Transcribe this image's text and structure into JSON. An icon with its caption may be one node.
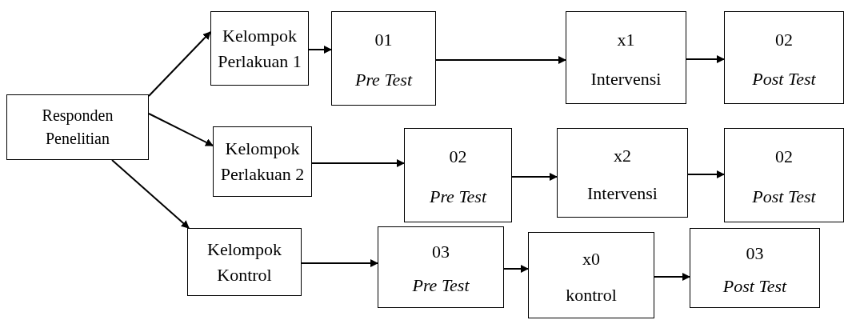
{
  "diagram": {
    "nodes": [
      {
        "text": [
          "Responden Penelitian"
        ]
      },
      {
        "text": [
          "Kelompok Perlakuan 1"
        ]
      },
      {
        "text": [
          "01",
          "Pre Test"
        ]
      },
      {
        "text": [
          "x1",
          "Intervensi"
        ]
      },
      {
        "text": [
          "02",
          "Post Test"
        ]
      },
      {
        "text": [
          "Kelompok Perlakuan 2"
        ]
      },
      {
        "text": [
          "02",
          "Pre Test"
        ]
      },
      {
        "text": [
          "x2",
          "Intervensi"
        ]
      },
      {
        "text": [
          "02",
          "Post Test"
        ]
      },
      {
        "text": [
          "Kelompok Kontrol"
        ]
      },
      {
        "text": [
          "03",
          "Pre Test"
        ]
      },
      {
        "text": [
          "x0",
          "kontrol"
        ]
      },
      {
        "text": [
          "03",
          "Post Test"
        ]
      }
    ],
    "edges": [
      {
        "from": 0,
        "to": 1,
        "arrow": "to"
      },
      {
        "from": 0,
        "to": 5,
        "arrow": "to"
      },
      {
        "from": 0,
        "to": 9,
        "arrow": "to"
      },
      {
        "from": 1,
        "to": 2,
        "arrow": "to"
      },
      {
        "from": 2,
        "to": 3,
        "arrow": "to"
      },
      {
        "from": 3,
        "to": 4,
        "arrow": "to"
      },
      {
        "from": 5,
        "to": 6,
        "arrow": "to"
      },
      {
        "from": 6,
        "to": 7,
        "arrow": "to"
      },
      {
        "from": 7,
        "to": 8,
        "arrow": "to"
      },
      {
        "from": 9,
        "to": 10,
        "arrow": "to"
      },
      {
        "from": 10,
        "to": 11,
        "arrow": "to"
      },
      {
        "from": 11,
        "to": 12,
        "arrow": "to"
      }
    ]
  }
}
